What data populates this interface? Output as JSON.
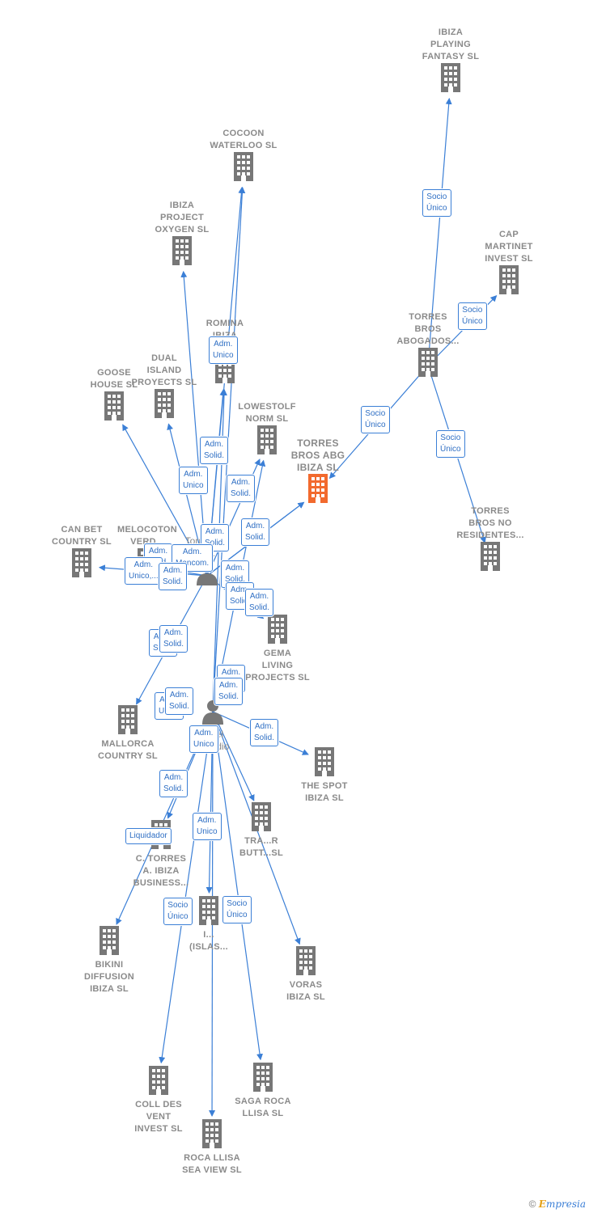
{
  "colors": {
    "edge": "#3b7fd6",
    "node": "#777777",
    "highlight": "#f26a2e",
    "label_text": "#8a8a8a"
  },
  "focus_company": "TORRES BROS ABG IBIZA SL",
  "nodes": [
    {
      "id": "ibiza_playing",
      "label": "IBIZA\nPLAYING\nFANTASY SL",
      "icon": "building-icon"
    },
    {
      "id": "cocoon",
      "label": "COCOON\nWATERLOO SL",
      "icon": "building-icon"
    },
    {
      "id": "ibiza_project",
      "label": "IBIZA\nPROJECT\nOXYGEN SL",
      "icon": "building-icon"
    },
    {
      "id": "cap_martinet",
      "label": "CAP\nMARTINET\nINVEST SL",
      "icon": "building-icon"
    },
    {
      "id": "torres_abogados",
      "label": "TORRES\nBROS\nABOGADOS...",
      "icon": "building-icon"
    },
    {
      "id": "romina",
      "label": "ROMINA\nIBIZA\nVI...L",
      "icon": "building-icon"
    },
    {
      "id": "dual_island",
      "label": "DUAL\nISLAND\nPROYECTS SL",
      "icon": "building-icon"
    },
    {
      "id": "goose",
      "label": "GOOSE\nHOUSE SL",
      "icon": "building-icon"
    },
    {
      "id": "lowestolf",
      "label": "LOWESTOLF\nNORM SL",
      "icon": "building-icon"
    },
    {
      "id": "torres_abg",
      "label": "TORRES\nBROS ABG\nIBIZA SL",
      "icon": "building-icon",
      "highlight": true
    },
    {
      "id": "torres_no_res",
      "label": "TORRES\nBROS NO\nRESIDENTES...",
      "icon": "building-icon"
    },
    {
      "id": "can_bet",
      "label": "CAN BET\nCOUNTRY SL",
      "icon": "building-icon"
    },
    {
      "id": "melocoton",
      "label": "MELOCOTON\nVERD...",
      "icon": "building-icon"
    },
    {
      "id": "gema",
      "label": "GEMA\nLIVING\nPROJECTS SL",
      "icon": "building-icon"
    },
    {
      "id": "mallorca",
      "label": "MALLORCA\nCOUNTRY SL",
      "icon": "building-icon"
    },
    {
      "id": "the_spot",
      "label": "THE SPOT\nIBIZA SL",
      "icon": "building-icon"
    },
    {
      "id": "trader",
      "label": "TRA...R\nBUTT...SL",
      "icon": "building-icon"
    },
    {
      "id": "c_torres",
      "label": "C. TORRES\nA. IBIZA\nBUSINESS...",
      "icon": "building-icon"
    },
    {
      "id": "islas",
      "label": "I...\n(ISLAS...",
      "icon": "building-icon"
    },
    {
      "id": "bikini",
      "label": "BIKINI\nDIFFUSION\nIBIZA SL",
      "icon": "building-icon"
    },
    {
      "id": "voras",
      "label": "VORAS\nIBIZA SL",
      "icon": "building-icon"
    },
    {
      "id": "coll_des_vent",
      "label": "COLL DES\nVENT\nINVEST SL",
      "icon": "building-icon"
    },
    {
      "id": "saga_roca",
      "label": "SAGA ROCA\nLLISA SL",
      "icon": "building-icon"
    },
    {
      "id": "roca_llisa",
      "label": "ROCA LLISA\nSEA VIEW SL",
      "icon": "building-icon"
    }
  ],
  "persons": [
    {
      "id": "p1",
      "label": "Torres Del\nM...",
      "icon": "person-icon"
    },
    {
      "id": "p2",
      "label": "...del\nClaudio",
      "icon": "person-icon"
    }
  ],
  "edges": [
    {
      "from": "torres_abogados",
      "to": "ibiza_playing"
    },
    {
      "from": "torres_abogados",
      "to": "cap_martinet"
    },
    {
      "from": "torres_abogados",
      "to": "torres_abg"
    },
    {
      "from": "torres_abogados",
      "to": "torres_no_res"
    },
    {
      "from": "p1",
      "to": "cocoon"
    },
    {
      "from": "p1",
      "to": "ibiza_project"
    },
    {
      "from": "p1",
      "to": "romina"
    },
    {
      "from": "p1",
      "to": "dual_island"
    },
    {
      "from": "p1",
      "to": "goose"
    },
    {
      "from": "p1",
      "to": "lowestolf"
    },
    {
      "from": "p1",
      "to": "can_bet"
    },
    {
      "from": "p1",
      "to": "melocoton"
    },
    {
      "from": "p1",
      "to": "mallorca"
    },
    {
      "from": "p1",
      "to": "gema"
    },
    {
      "from": "p1",
      "to": "torres_abg"
    },
    {
      "from": "p2",
      "to": "cocoon"
    },
    {
      "from": "p2",
      "to": "romina"
    },
    {
      "from": "p2",
      "to": "lowestolf"
    },
    {
      "from": "p2",
      "to": "the_spot"
    },
    {
      "from": "p2",
      "to": "trader"
    },
    {
      "from": "p2",
      "to": "c_torres"
    },
    {
      "from": "p2",
      "to": "bikini"
    },
    {
      "from": "p2",
      "to": "islas"
    },
    {
      "from": "p2",
      "to": "voras"
    },
    {
      "from": "p2",
      "to": "coll_des_vent"
    },
    {
      "from": "p2",
      "to": "saga_roca"
    },
    {
      "from": "p2",
      "to": "roca_llisa"
    },
    {
      "from": "p1",
      "to": "torres_abg"
    }
  ],
  "edge_labels": [
    {
      "id": "l1",
      "text": "Socio\nÚnico"
    },
    {
      "id": "l2",
      "text": "Socio\nÚnico"
    },
    {
      "id": "l3",
      "text": "Socio\nÚnico"
    },
    {
      "id": "l4",
      "text": "Socio\nÚnico"
    },
    {
      "id": "l5",
      "text": "Adm.\nUnico"
    },
    {
      "id": "l6",
      "text": "Adm.\nSolid."
    },
    {
      "id": "l7",
      "text": "Adm.\nUnico"
    },
    {
      "id": "l8",
      "text": "Adm.\nSolid."
    },
    {
      "id": "l9",
      "text": "Adm.\nSolid."
    },
    {
      "id": "l10",
      "text": "Adm.\nSolid."
    },
    {
      "id": "l11",
      "text": "Adm.\nSolid."
    },
    {
      "id": "l12",
      "text": "Adm.\nMancom."
    },
    {
      "id": "l13",
      "text": "Adm.\nUnico,..."
    },
    {
      "id": "l14",
      "text": "Adm.\nSolid."
    },
    {
      "id": "l15",
      "text": "Adm.\nSolid."
    },
    {
      "id": "l16",
      "text": "Adm.\nSolid."
    },
    {
      "id": "l17",
      "text": "Adm.\nSolid."
    },
    {
      "id": "l18",
      "text": "Adm.\nSolid."
    },
    {
      "id": "l19",
      "text": "Adm.\nSolid."
    },
    {
      "id": "l20",
      "text": "Adm.\nSolid."
    },
    {
      "id": "l21",
      "text": "Adm.\nUnico"
    },
    {
      "id": "l22",
      "text": "Adm.\nSolid."
    },
    {
      "id": "l23",
      "text": "Adm.\nSolid."
    },
    {
      "id": "l24",
      "text": "Adm.\nSolid."
    },
    {
      "id": "l25",
      "text": "Liquidador"
    },
    {
      "id": "l26",
      "text": "Adm.\nSolid."
    },
    {
      "id": "l27",
      "text": "Adm.\nUnico"
    },
    {
      "id": "l28",
      "text": "Socio\nÚnico"
    },
    {
      "id": "l29",
      "text": "Socio\nÚnico"
    },
    {
      "id": "l30",
      "text": "Adm.\nUnico"
    }
  ],
  "footer": {
    "copyright": "©",
    "brand_first": "E",
    "brand_rest": "mpresia"
  }
}
